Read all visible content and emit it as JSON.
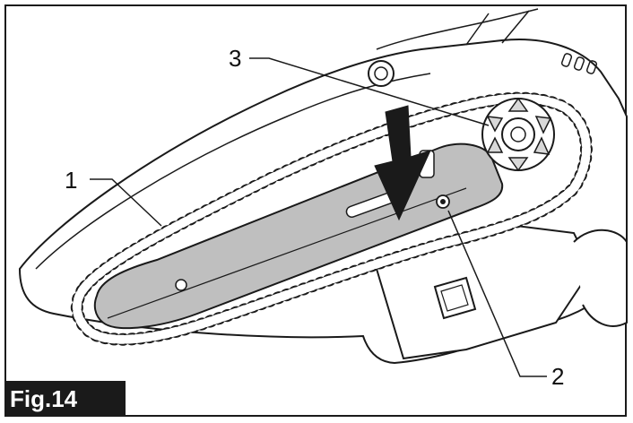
{
  "figure": {
    "label": "Fig.14",
    "callouts": [
      {
        "id": "1",
        "text": "1"
      },
      {
        "id": "2",
        "text": "2"
      },
      {
        "id": "3",
        "text": "3"
      }
    ]
  },
  "colors": {
    "outline": "#1a1a1a",
    "guide_bar_fill": "#bfbfbf",
    "label_bg": "#1a1a1a",
    "label_text": "#ffffff"
  }
}
